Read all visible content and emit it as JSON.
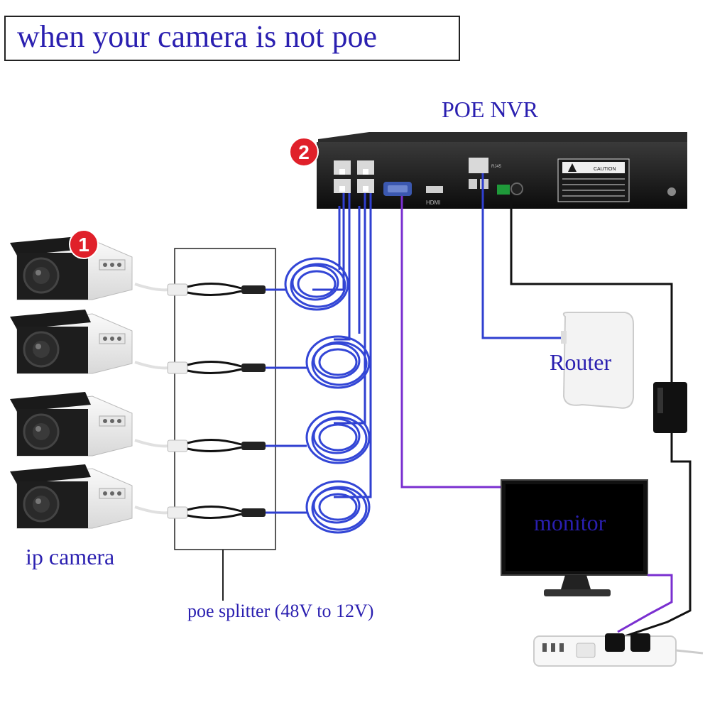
{
  "title": "when your camera is not poe",
  "labels": {
    "poe_nvr": "POE NVR",
    "router": "Router",
    "monitor": "monitor",
    "ip_camera": "ip camera",
    "poe_splitter": "poe splitter (48V to 12V)"
  },
  "badges": {
    "camera": "1",
    "nvr": "2"
  },
  "nvr_panel": {
    "hdmi": "HDMI",
    "rj45": "RJ45",
    "caution": "CAUTION"
  },
  "colors": {
    "text_blue": "#2a1fb0",
    "cable_blue": "#2f3fd0",
    "vga_purple": "#7a2fd0",
    "power_black": "#111111",
    "badge_red": "#e0202a"
  },
  "camera_count": 4
}
